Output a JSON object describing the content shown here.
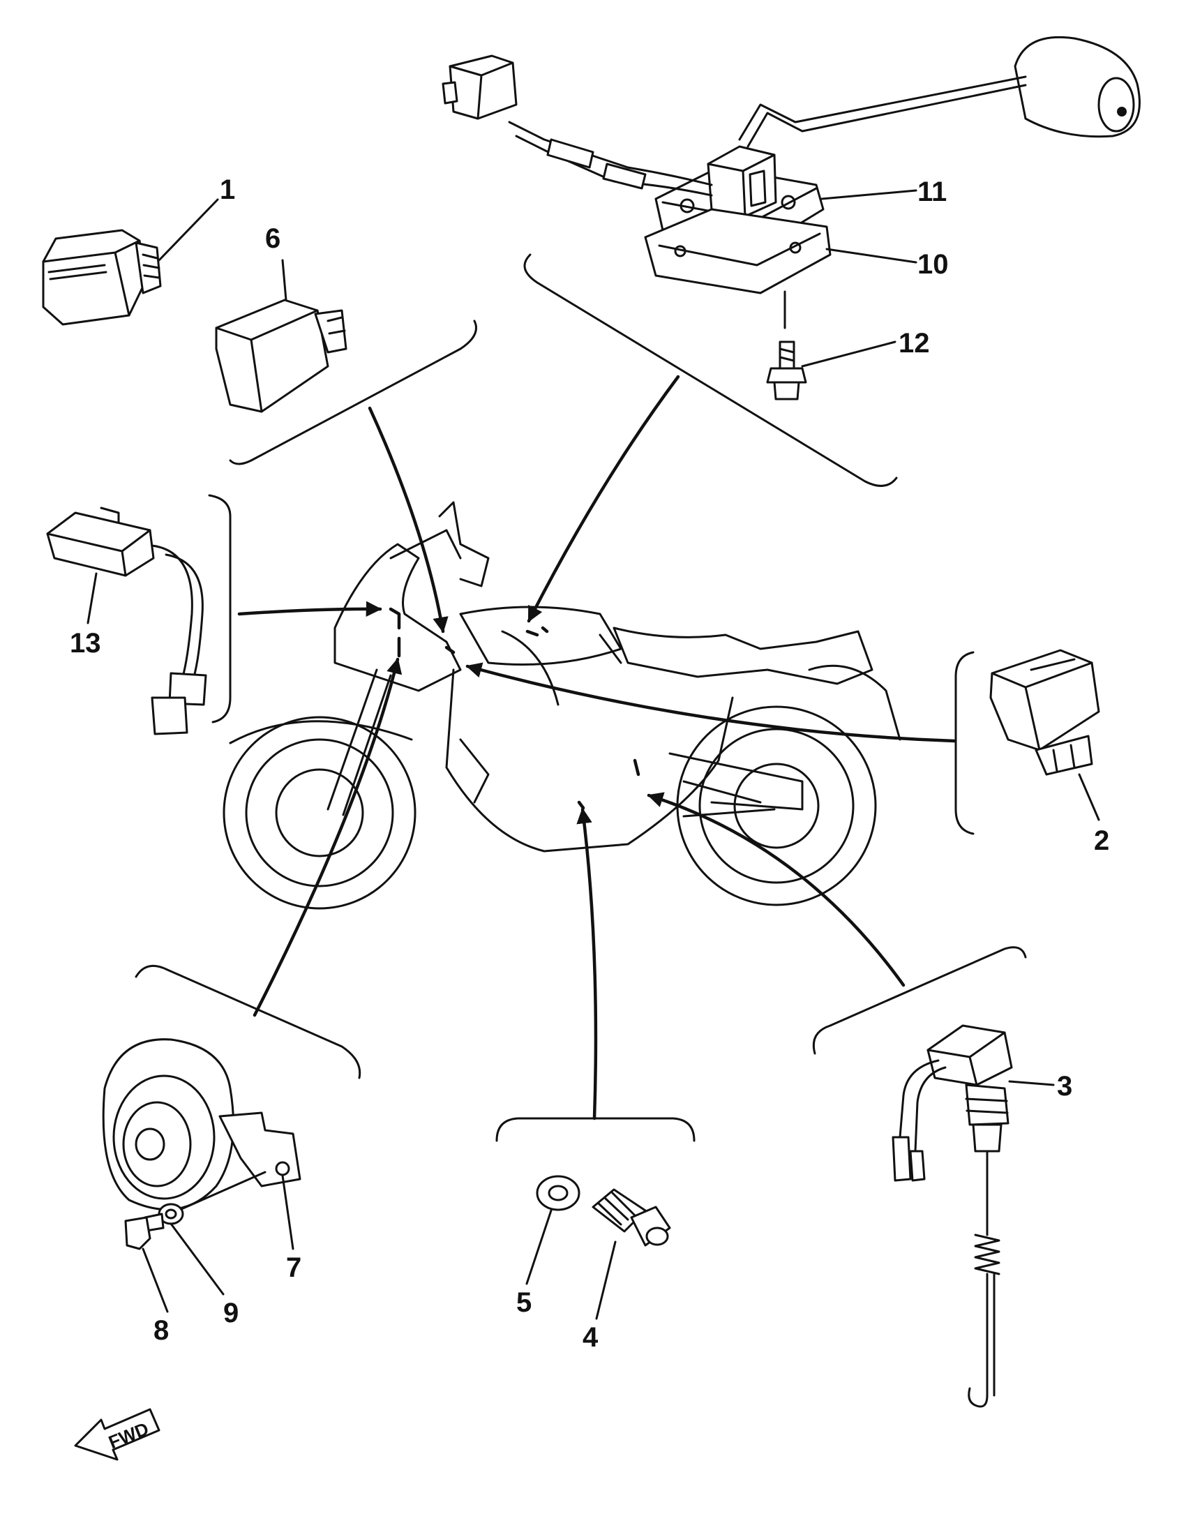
{
  "callouts": {
    "p1": "1",
    "p2": "2",
    "p3": "3",
    "p4": "4",
    "p5": "5",
    "p6": "6",
    "p7": "7",
    "p8": "8",
    "p9": "9",
    "p10": "10",
    "p11": "11",
    "p12": "12",
    "p13": "13"
  },
  "fwd": {
    "label": "FWD"
  }
}
